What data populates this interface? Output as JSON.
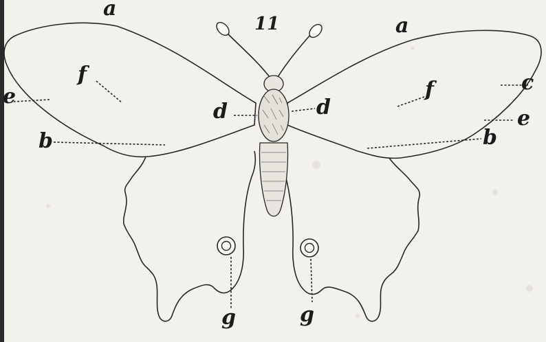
{
  "plate_number": "11",
  "labels": {
    "a": "a",
    "b": "b",
    "c": "c",
    "d": "d",
    "e": "e",
    "f": "f",
    "g": "g"
  },
  "colors": {
    "paper": "#f3f1ec",
    "ink": "#262626"
  }
}
